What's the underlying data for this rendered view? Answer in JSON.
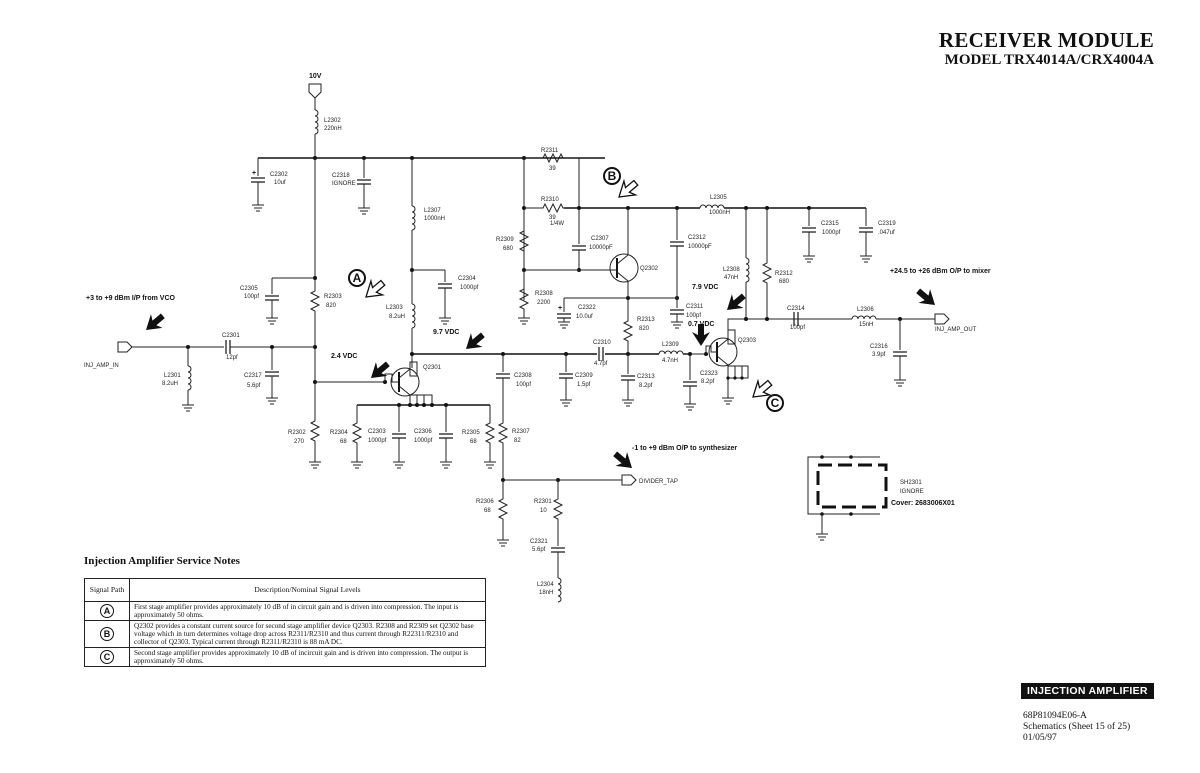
{
  "header": {
    "title": "RECEIVER MODULE",
    "model": "MODEL TRX4014A/CRX4004A"
  },
  "supply": {
    "label": "10V"
  },
  "ports": {
    "input": "INJ_AMP_IN",
    "output": "INJ_AMP_OUT",
    "divider": "DIVIDER_TAP"
  },
  "annotations": {
    "input_level": "+3 to +9 dBm I/P from VCO",
    "output_level": "+24.5 to +26 dBm O/P to mixer",
    "synth_level": "-1 to +9 dBm O/P to synthesizer",
    "v1": "2.4 VDC",
    "v2": "9.7 VDC",
    "v3": "7.9 VDC",
    "v4": "0.7 VDC"
  },
  "path_markers": {
    "a": "A",
    "b": "B",
    "c": "C"
  },
  "components": {
    "L2302": {
      "ref": "L2302",
      "value": "220nH"
    },
    "C2302": {
      "ref": "C2302",
      "value": "10uf"
    },
    "C2318": {
      "ref": "C2318",
      "value": "IGNORE"
    },
    "L2307": {
      "ref": "L2307",
      "value": "1000nH"
    },
    "C2305": {
      "ref": "C2305",
      "value": "100pf"
    },
    "R2303": {
      "ref": "R2303",
      "value": "820"
    },
    "L2303": {
      "ref": "L2303",
      "value": "8.2uH"
    },
    "C2304": {
      "ref": "C2304",
      "value": "1000pf"
    },
    "C2301": {
      "ref": "C2301",
      "value": "12pf"
    },
    "L2301": {
      "ref": "L2301",
      "value": "8.2uH"
    },
    "C2317": {
      "ref": "C2317",
      "value": "5.6pf"
    },
    "Q2301": {
      "ref": "Q2301",
      "value": ""
    },
    "R2302": {
      "ref": "R2302",
      "value": "270"
    },
    "R2304": {
      "ref": "R2304",
      "value": "68"
    },
    "C2303": {
      "ref": "C2303",
      "value": "1000pf"
    },
    "C2306": {
      "ref": "C2306",
      "value": "1000pf"
    },
    "R2305": {
      "ref": "R2305",
      "value": "68"
    },
    "R2307": {
      "ref": "R2307",
      "value": "82"
    },
    "C2308": {
      "ref": "C2308",
      "value": "100pf"
    },
    "R2306": {
      "ref": "R2306",
      "value": "68"
    },
    "R2301": {
      "ref": "R2301",
      "value": "10"
    },
    "C2321": {
      "ref": "C2321",
      "value": "5.6pf"
    },
    "L2304": {
      "ref": "L2304",
      "value": "18nH"
    },
    "R2311": {
      "ref": "R2311",
      "value": "39"
    },
    "R2310": {
      "ref": "R2310",
      "value": "39",
      "rating": "1/4W"
    },
    "R2309": {
      "ref": "R2309",
      "value": "680"
    },
    "C2307": {
      "ref": "C2307",
      "value": "10000pF"
    },
    "Q2302": {
      "ref": "Q2302",
      "value": ""
    },
    "R2308": {
      "ref": "R2308",
      "value": "2200"
    },
    "C2322": {
      "ref": "C2322",
      "value": "10.0uf"
    },
    "R2313": {
      "ref": "R2313",
      "value": "820"
    },
    "C2312": {
      "ref": "C2312",
      "value": "10000pF"
    },
    "C2311": {
      "ref": "C2311",
      "value": "100pf"
    },
    "C2309": {
      "ref": "C2309",
      "value": "1.5pf"
    },
    "C2310": {
      "ref": "C2310",
      "value": "4.7pf"
    },
    "C2313": {
      "ref": "C2313",
      "value": "8.2pf"
    },
    "L2309": {
      "ref": "L2309",
      "value": "4.7nH"
    },
    "C2323": {
      "ref": "C2323",
      "value": "8.2pf"
    },
    "Q2303": {
      "ref": "Q2303",
      "value": ""
    },
    "L2305": {
      "ref": "L2305",
      "value": "1000nH"
    },
    "L2308": {
      "ref": "L2308",
      "value": "47nH"
    },
    "R2312": {
      "ref": "R2312",
      "value": "680"
    },
    "C2315": {
      "ref": "C2315",
      "value": "1000pf"
    },
    "C2319": {
      "ref": "C2319",
      "value": ".047uf"
    },
    "C2314": {
      "ref": "C2314",
      "value": "100pf"
    },
    "L2306": {
      "ref": "L2306",
      "value": "15nH"
    },
    "C2316": {
      "ref": "C2316",
      "value": "3.9pf"
    }
  },
  "shield": {
    "ref": "SH2301",
    "note": "IGNORE",
    "cover": "Cover: 2683006X01"
  },
  "service_notes": {
    "title": "Injection Amplifier Service Notes",
    "col_path": "Signal Path",
    "col_desc": "Description/Nominal Signal Levels",
    "rows": [
      {
        "path": "A",
        "text": "First stage amplifier provides approximately 10 dB of in circuit gain and is driven into compression. The input is approximately 50 ohms."
      },
      {
        "path": "B",
        "text": "Q2302 provides a constant current source for second stage amplifier device Q2303. R2308 and R2309 set Q2302 base voltage which in turn determines voltage drop across R2311/R2310 and thus current through R22311/R2310 and collector of Q2303. Typical current through R2311/R2310 is 88 mA DC."
      },
      {
        "path": "C",
        "text": "Second stage amplifier provides approximately 10 dB of incircuit gain and is driven into compression. The output is approximately 50 ohms."
      }
    ]
  },
  "footer": {
    "badge": "INJECTION AMPLIFIER",
    "doc_number": "68P81094E06-A",
    "sheet": "Schematics (Sheet 15 of 25)",
    "date": "01/05/97"
  }
}
